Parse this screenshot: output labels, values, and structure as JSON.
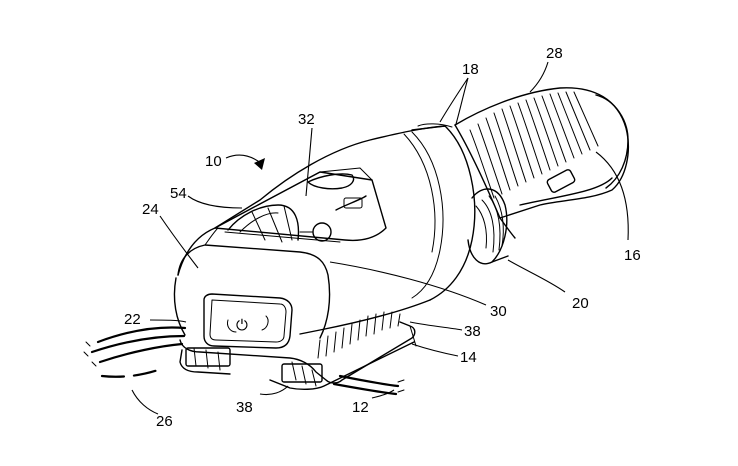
{
  "figure": {
    "refs": [
      {
        "id": "ref-10",
        "text": "10"
      },
      {
        "id": "ref-12",
        "text": "12"
      },
      {
        "id": "ref-14",
        "text": "14"
      },
      {
        "id": "ref-16",
        "text": "16"
      },
      {
        "id": "ref-18",
        "text": "18"
      },
      {
        "id": "ref-20",
        "text": "20"
      },
      {
        "id": "ref-22",
        "text": "22"
      },
      {
        "id": "ref-24",
        "text": "24"
      },
      {
        "id": "ref-26",
        "text": "26"
      },
      {
        "id": "ref-28",
        "text": "28"
      },
      {
        "id": "ref-30",
        "text": "30"
      },
      {
        "id": "ref-32",
        "text": "32"
      },
      {
        "id": "ref-38a",
        "text": "38"
      },
      {
        "id": "ref-38b",
        "text": "38"
      },
      {
        "id": "ref-54",
        "text": "54"
      }
    ]
  }
}
